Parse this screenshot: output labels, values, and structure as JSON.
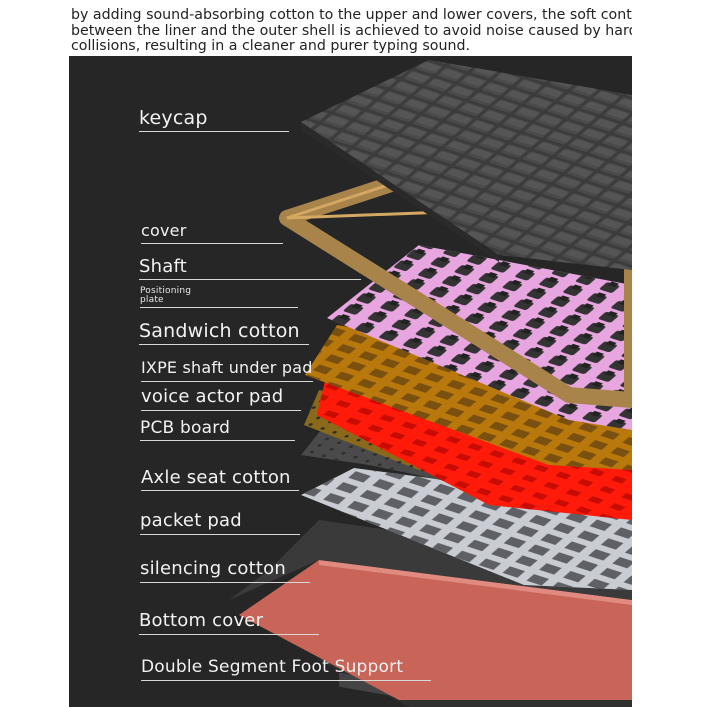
{
  "intro_text": "by adding sound-absorbing cotton to the upper and lower covers, the soft contact\nbetween the liner and the outer shell is achieved to avoid noise caused by hard\ncollisions, resulting in a cleaner and purer typing sound.",
  "layers": [
    {
      "id": "keycap",
      "label": "keycap"
    },
    {
      "id": "cover",
      "label": "cover"
    },
    {
      "id": "shaft",
      "label": "Shaft"
    },
    {
      "id": "positioning-plate",
      "label": "Positioning\nplate"
    },
    {
      "id": "sandwich-cotton",
      "label": "Sandwich cotton"
    },
    {
      "id": "ixpe-shaft-under-pad",
      "label": "IXPE shaft under pad"
    },
    {
      "id": "voice-actor-pad",
      "label": "voice actor pad"
    },
    {
      "id": "pcb-board",
      "label": "PCB board"
    },
    {
      "id": "axle-seat-cotton",
      "label": "Axle seat cotton"
    },
    {
      "id": "packet-pad",
      "label": "packet pad"
    },
    {
      "id": "silencing-cotton",
      "label": "silencing cotton"
    },
    {
      "id": "bottom-cover",
      "label": "Bottom cover"
    },
    {
      "id": "double-segment-foot-support",
      "label": "Double Segment Foot Support"
    }
  ],
  "colors": {
    "background": "#262626",
    "keycap": "#3c3c3c",
    "cover_frame": "#a8834a",
    "positioning_plate": "#e8a6e0",
    "sandwich_cotton": "#b8780c",
    "voice_actor_pad": "#ff1a0a",
    "pcb_board": "#8a6a1a",
    "axle_seat_cotton": "#4a4a4a",
    "packet_pad": "#c9ccd2",
    "silencing_cotton": "#3a3a3a",
    "bottom_cover": "#c86458"
  }
}
